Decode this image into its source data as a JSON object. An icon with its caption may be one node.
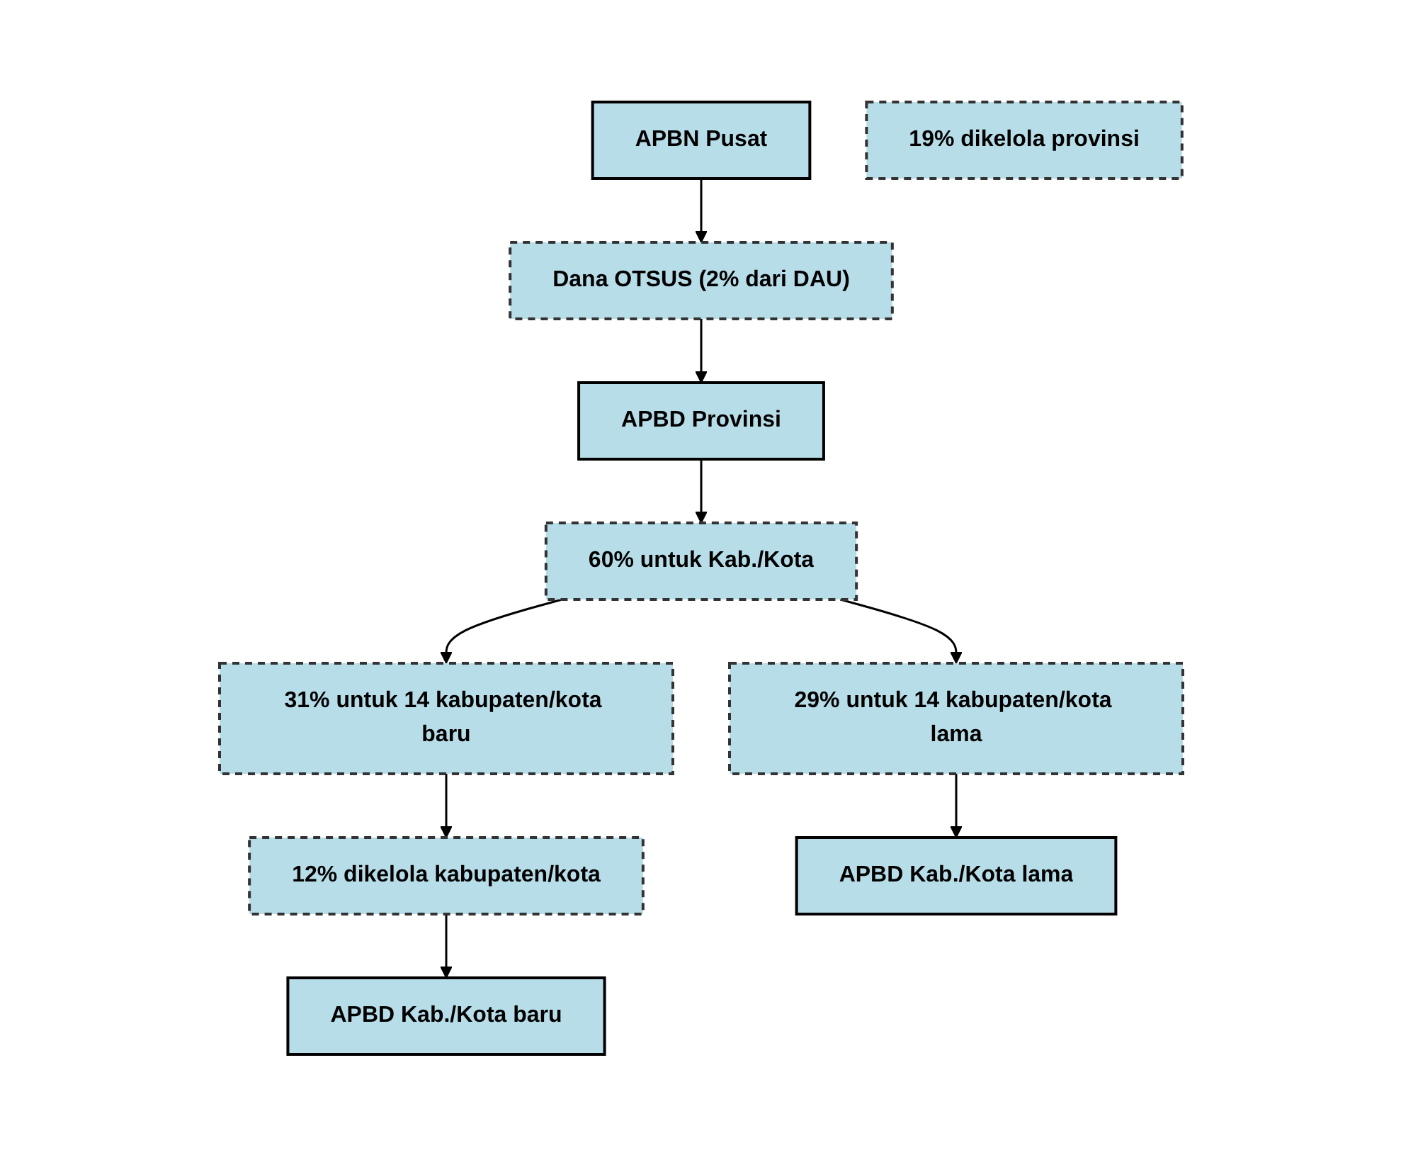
{
  "diagram": {
    "nodes": [
      {
        "text": [
          "APBN Pusat"
        ]
      },
      {
        "text": [
          "Dana OTSUS (2% dari DAU)"
        ]
      },
      {
        "text": [
          "APBD Provinsi"
        ]
      },
      {
        "text": [
          "60% untuk Kab./Kota"
        ]
      },
      {
        "text": [
          "19% dikelola provinsi"
        ]
      },
      {
        "text": [
          "31% untuk 14 kabupaten/kota baru"
        ]
      },
      {
        "text": [
          "29% untuk 14 kabupaten/kota lama"
        ]
      },
      {
        "text": [
          "12% dikelola kabupaten/kota"
        ]
      },
      {
        "text": [
          "APBD Kab./Kota baru"
        ]
      },
      {
        "text": [
          "APBD Kab./Kota lama"
        ]
      }
    ],
    "edges": [
      {
        "from": 0,
        "to": 1,
        "arrow": "to"
      },
      {
        "from": 1,
        "to": 2,
        "arrow": "to"
      },
      {
        "from": 2,
        "to": 3,
        "arrow": "to"
      },
      {
        "from": 3,
        "to": 5,
        "arrow": "to"
      },
      {
        "from": 3,
        "to": 6,
        "arrow": "to"
      },
      {
        "from": 5,
        "to": 7,
        "arrow": "to"
      },
      {
        "from": 7,
        "to": 8,
        "arrow": "to"
      },
      {
        "from": 6,
        "to": 9,
        "arrow": "to"
      }
    ]
  }
}
